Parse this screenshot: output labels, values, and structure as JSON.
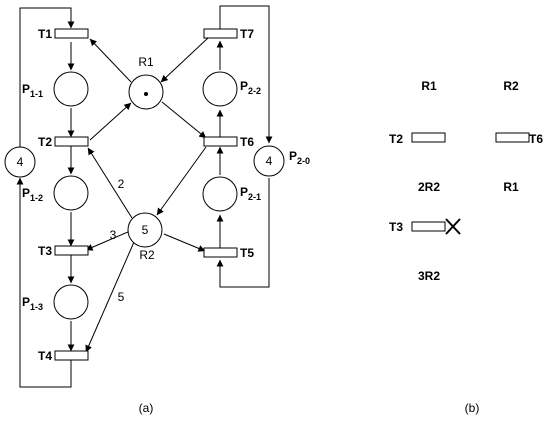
{
  "panel_a": {
    "caption": "(a)",
    "transitions": {
      "t1": "T1",
      "t2": "T2",
      "t3": "T3",
      "t4": "T4",
      "t5": "T5",
      "t6": "T6",
      "t7": "T7"
    },
    "places": {
      "p11": {
        "main": "P",
        "sub": "1-1"
      },
      "p12": {
        "main": "P",
        "sub": "1-2"
      },
      "p13": {
        "main": "P",
        "sub": "1-3"
      },
      "p22": {
        "main": "P",
        "sub": "2-2"
      },
      "p21": {
        "main": "P",
        "sub": "2-1"
      },
      "p20": {
        "main": "P",
        "sub": "2-0"
      },
      "r1": "R1",
      "r2": "R2"
    },
    "tokens": {
      "left_loop": "4",
      "p20": "4",
      "r2": "5"
    },
    "arc_weights": {
      "r2_t2": "2",
      "r2_t3": "3",
      "r2_t4": "5"
    }
  },
  "panel_b": {
    "caption": "(b)",
    "row1_left": "R1",
    "row1_right": "R2",
    "t2": "T2",
    "t6": "T6",
    "row2_left": "2R2",
    "row2_right": "R1",
    "t3": "T3",
    "row3": "3R2"
  }
}
